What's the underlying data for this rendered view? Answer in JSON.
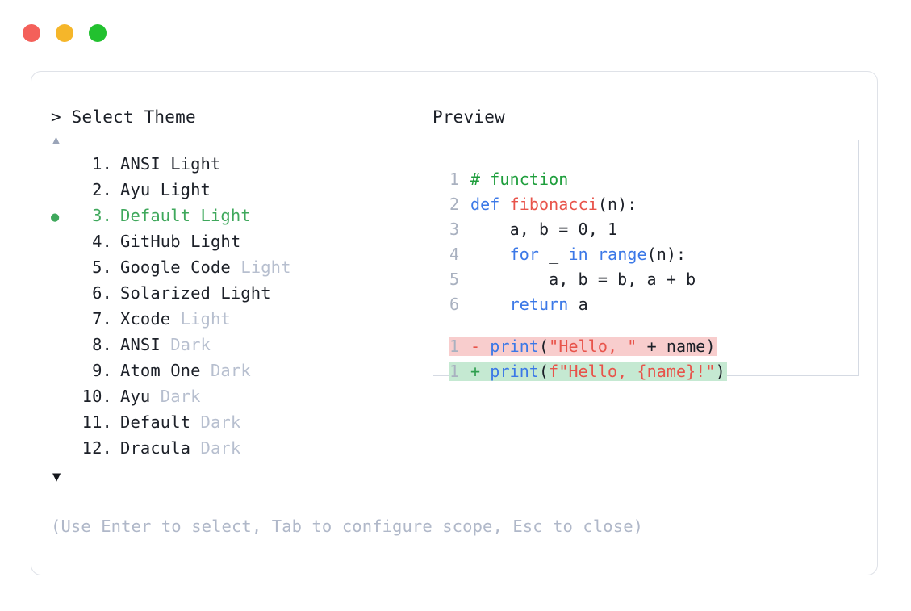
{
  "window": {
    "traffic_lights": [
      {
        "name": "close",
        "color": "#f4605a"
      },
      {
        "name": "minimize",
        "color": "#f5b62a"
      },
      {
        "name": "maximize",
        "color": "#22c12f"
      }
    ]
  },
  "selector": {
    "prompt": "> Select Theme",
    "scroll_up": "▲",
    "scroll_down": "▼",
    "selected_index": 3,
    "bullet": "●",
    "accent": "#3fa85c",
    "items": [
      {
        "index": "1.",
        "name": "ANSI",
        "suffix": " Light",
        "suffix_dim": false,
        "selected": false
      },
      {
        "index": "2.",
        "name": "Ayu",
        "suffix": " Light",
        "suffix_dim": false,
        "selected": false
      },
      {
        "index": "3.",
        "name": "Default",
        "suffix": " Light",
        "suffix_dim": false,
        "selected": true
      },
      {
        "index": "4.",
        "name": "GitHub",
        "suffix": " Light",
        "suffix_dim": false,
        "selected": false
      },
      {
        "index": "5.",
        "name": "Google Code",
        "suffix": " Light",
        "suffix_dim": true,
        "selected": false
      },
      {
        "index": "6.",
        "name": "Solarized",
        "suffix": " Light",
        "suffix_dim": false,
        "selected": false
      },
      {
        "index": "7.",
        "name": "Xcode",
        "suffix": " Light",
        "suffix_dim": true,
        "selected": false
      },
      {
        "index": "8.",
        "name": "ANSI",
        "suffix": " Dark",
        "suffix_dim": true,
        "selected": false
      },
      {
        "index": "9.",
        "name": "Atom One",
        "suffix": " Dark",
        "suffix_dim": true,
        "selected": false
      },
      {
        "index": "10.",
        "name": "Ayu",
        "suffix": " Dark",
        "suffix_dim": true,
        "selected": false
      },
      {
        "index": "11.",
        "name": "Default",
        "suffix": " Dark",
        "suffix_dim": true,
        "selected": false
      },
      {
        "index": "12.",
        "name": "Dracula",
        "suffix": " Dark",
        "suffix_dim": true,
        "selected": false
      }
    ]
  },
  "hint": "(Use Enter to select, Tab to configure scope, Esc to close)",
  "preview": {
    "title": "Preview",
    "code_lines": [
      {
        "num": "1",
        "tokens": [
          {
            "t": "# function",
            "c": "tok-comment"
          }
        ]
      },
      {
        "num": "2",
        "tokens": [
          {
            "t": "def ",
            "c": "tok-kw"
          },
          {
            "t": "fibonacci",
            "c": "tok-fn"
          },
          {
            "t": "(n):",
            "c": "tok-punct"
          }
        ]
      },
      {
        "num": "3",
        "tokens": [
          {
            "t": "    a, b = 0, 1",
            "c": "tok-plain"
          }
        ]
      },
      {
        "num": "4",
        "tokens": [
          {
            "t": "    ",
            "c": "tok-plain"
          },
          {
            "t": "for",
            "c": "tok-kw"
          },
          {
            "t": " _ ",
            "c": "tok-plain"
          },
          {
            "t": "in",
            "c": "tok-kw"
          },
          {
            "t": " ",
            "c": "tok-plain"
          },
          {
            "t": "range",
            "c": "tok-kw"
          },
          {
            "t": "(n):",
            "c": "tok-punct"
          }
        ]
      },
      {
        "num": "5",
        "tokens": [
          {
            "t": "        a, b = b, a + b",
            "c": "tok-plain"
          }
        ]
      },
      {
        "num": "6",
        "tokens": [
          {
            "t": "    ",
            "c": "tok-plain"
          },
          {
            "t": "return",
            "c": "tok-kw"
          },
          {
            "t": " a",
            "c": "tok-plain"
          }
        ]
      }
    ],
    "diff_lines": [
      {
        "num": "1",
        "kind": "del",
        "sign": "- ",
        "tokens": [
          {
            "t": "print",
            "c": "tok-kw"
          },
          {
            "t": "(",
            "c": "tok-punct"
          },
          {
            "t": "\"Hello, \"",
            "c": "tok-str"
          },
          {
            "t": " + name)",
            "c": "tok-plain"
          }
        ]
      },
      {
        "num": "1",
        "kind": "add",
        "sign": "+ ",
        "tokens": [
          {
            "t": "print",
            "c": "tok-kw"
          },
          {
            "t": "(",
            "c": "tok-punct"
          },
          {
            "t": "f\"Hello, {name}!\"",
            "c": "tok-str"
          },
          {
            "t": ")",
            "c": "tok-punct"
          }
        ]
      }
    ]
  },
  "colors": {
    "accent_green": "#3fa85c",
    "comment_green": "#1e9e3c",
    "keyword_blue": "#3b78e7",
    "string_red": "#e8534a",
    "diff_del_bg": "#f8cdcd",
    "diff_add_bg": "#c5e9d2",
    "dim_text": "#b7bfcf",
    "border": "#dfe2e8"
  }
}
